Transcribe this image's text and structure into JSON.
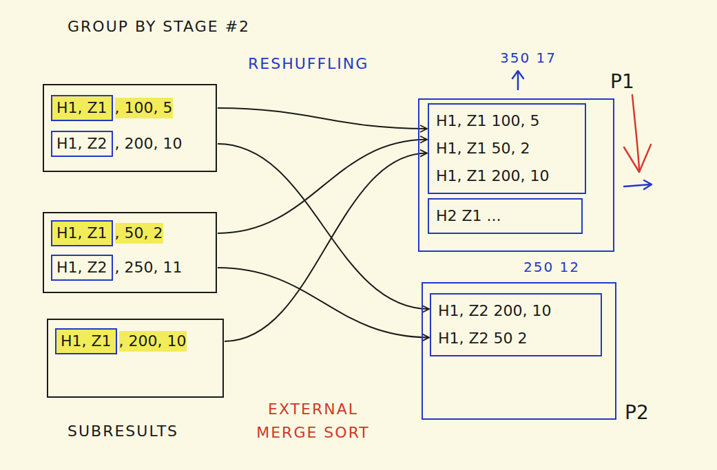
{
  "diagram": {
    "title": "GROUP BY STAGE #2",
    "nodes": [
      {
        "text": [
          ", 100, 5",
          ", 200, 10"
        ]
      },
      {
        "text": [
          "H1, Z1"
        ],
        "in": 0
      },
      {
        "text": [
          "H1, Z2"
        ],
        "in": 0
      },
      {
        "text": [
          ", 50, 2",
          ", 250, 11"
        ]
      },
      {
        "text": [
          "H1, Z1"
        ],
        "in": 3
      },
      {
        "text": [
          "H1, Z2"
        ],
        "in": 3
      },
      {
        "text": [
          ", 200, 10"
        ]
      },
      {
        "text": [
          "H1, Z1"
        ],
        "in": 6
      },
      {
        "text": [
          "P1"
        ]
      },
      {
        "text": [
          "H1, Z1 100, 5",
          "H1, Z1 50, 2",
          "H1, Z1 200, 10"
        ],
        "in": 8
      },
      {
        "text": [
          "H2 Z1 ..."
        ],
        "in": 8
      },
      {
        "text": [
          "P2"
        ]
      },
      {
        "text": [
          "H1, Z2 200, 10",
          "H1, Z2 50 2"
        ],
        "in": 11
      }
    ],
    "edges": [
      {
        "from": 0,
        "to": 9,
        "arrow": "to"
      },
      {
        "from": 0,
        "to": 12,
        "arrow": "to"
      },
      {
        "from": 3,
        "to": 9,
        "arrow": "to"
      },
      {
        "from": 3,
        "to": 12,
        "arrow": "to"
      },
      {
        "from": 6,
        "to": 9,
        "arrow": "to"
      }
    ],
    "labels": [
      "RESHUFFLING",
      "350 17",
      "250 12",
      "SUBRESULTS",
      "EXTERNAL MERGE SORT"
    ]
  }
}
